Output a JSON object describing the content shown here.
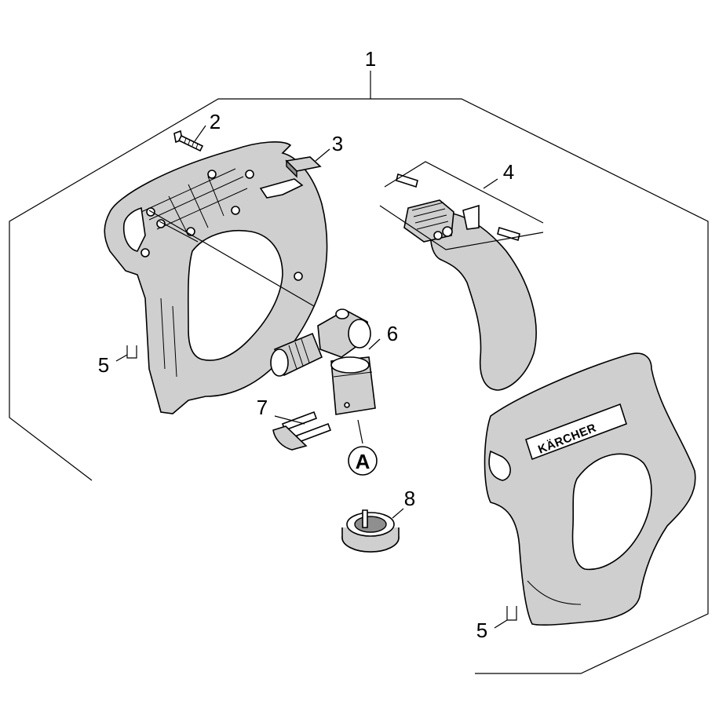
{
  "callouts": {
    "c1": "1",
    "c2": "2",
    "c3": "3",
    "c4": "4",
    "c5a": "5",
    "c5b": "5",
    "c6": "6",
    "c7": "7",
    "c8": "8"
  },
  "reference_mark": "A",
  "brand_text": "KÄRCHER"
}
